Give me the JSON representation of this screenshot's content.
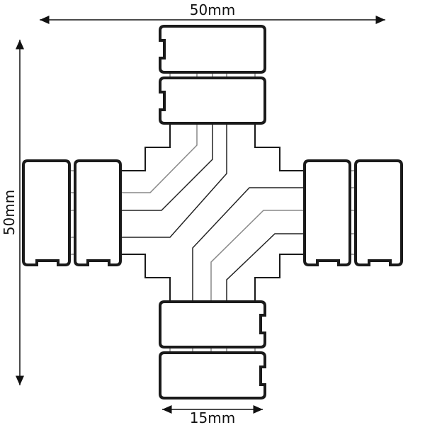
{
  "dimensions": {
    "width_label": "50mm",
    "height_label": "50mm",
    "connector_width_label": "15mm"
  },
  "colors": {
    "line": "#1a1a1a",
    "wire_alt": "#888888",
    "background": "#ffffff"
  }
}
